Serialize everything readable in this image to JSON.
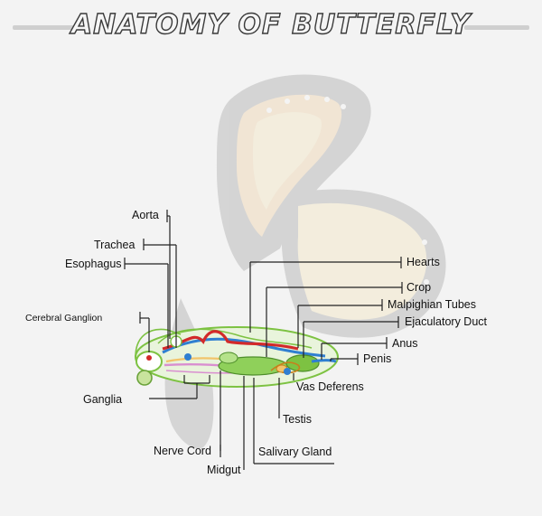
{
  "title": "ANATOMY OF BUTTERFLY",
  "colors": {
    "background": "#f3f3f3",
    "gut_green": "#7dc242",
    "aorta_red": "#d22a2a",
    "trachea_blue": "#2f7fd1",
    "nerve_pink": "#d98fd0",
    "wing_orange": "#f2c46b"
  },
  "labels": {
    "aorta": "Aorta",
    "trachea": "Trachea",
    "esophagus": "Esophagus",
    "cerebral_ganglion": "Cerebral Ganglion",
    "ganglia": "Ganglia",
    "nerve_cord": "Nerve Cord",
    "midgut": "Midgut",
    "salivary_gland": "Salivary Gland",
    "testis": "Testis",
    "vas_deferens": "Vas Deferens",
    "penis": "Penis",
    "anus": "Anus",
    "ejaculatory_duct": "Ejaculatory Duct",
    "malpighian_tubes": "Malpighian Tubes",
    "crop": "Crop",
    "hearts": "Hearts"
  }
}
